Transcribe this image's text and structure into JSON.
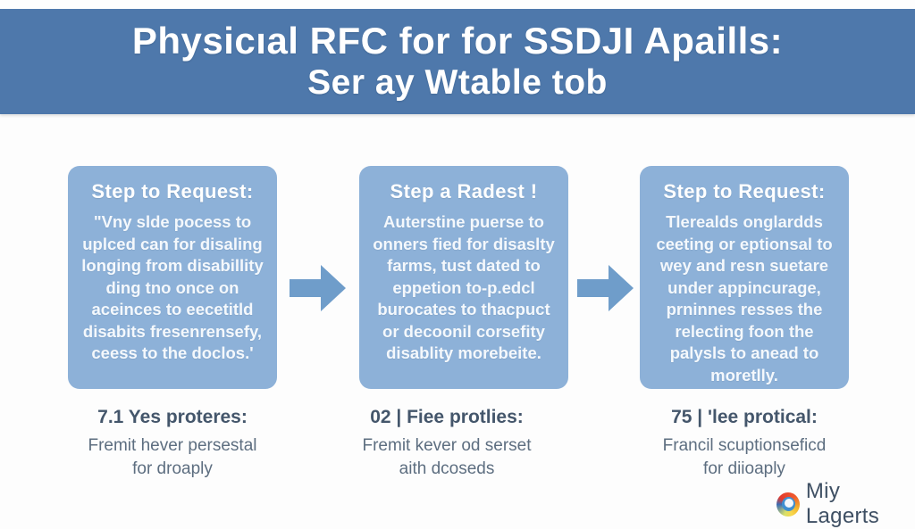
{
  "header": {
    "title_line1": "Physicıal RFC for for SSDJI Apaills:",
    "title_line2": "Ser ay Wtable tob",
    "bg_color": "#4e78ab",
    "text_color": "#ffffff"
  },
  "colors": {
    "box_fill": "#8db1d8",
    "arrow": "#6f9dca",
    "caption_title": "#44566b",
    "caption_body": "#5d6e80",
    "background": "#fdfdfd"
  },
  "steps": [
    {
      "title": "Step to Request:",
      "body": "\"Vny slde pocess to\nuplced can for disaling\nlonging from disabillity\nding tno once on\naceinces to eecetitld\ndisabits fresenrensefy,\nceess to the doclos.'",
      "caption_title": "7.1 Yes proteres:",
      "caption_body": "Fremit hever persestal\nfor droaply"
    },
    {
      "title": "Step a Radest !",
      "body": "Auterstine puerse to\nonners fied for disaslty\nfarms, tust dated to\neppetion to-p.edcl\nburocates to thacpuct\nor decoonil corsefity\ndisablity morebeite.",
      "caption_title": "02 | Fiee protlies:",
      "caption_body": "Fremit kever od serset\naith dcoseds"
    },
    {
      "title": "Step to Request:",
      "body": "Tlerealds onglardds\nceeting or eptionsal to\nwey and resn suetare\nunder appincurage,\nprninnes resses the\nrelecting foon the\npalysls to anead to\nmoretlly.",
      "caption_title": "75 | 'lee protical:",
      "caption_body": "Francil scuptionseficd\nfor diioaply"
    }
  ],
  "logo": {
    "text": "Miy Lagerts"
  }
}
